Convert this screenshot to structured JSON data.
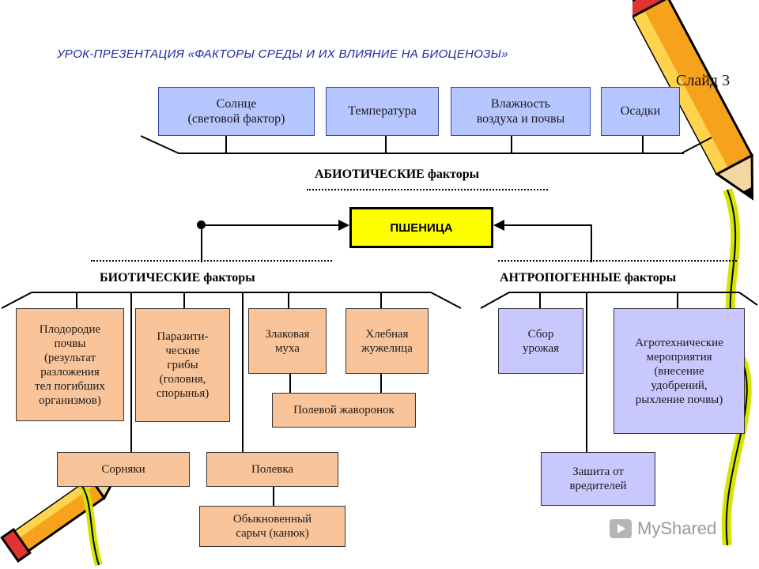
{
  "title": "УРОК-ПРЕЗЕНТАЦИЯ «ФАКТОРЫ СРЕДЫ И ИХ ВЛИЯНИЕ НА БИОЦЕНОЗЫ»",
  "slide_label": "Слайд 3",
  "center": "ПШЕНИЦА",
  "abiotic": {
    "label": "АБИОТИЧЕСКИЕ  факторы",
    "items": [
      "Солнце\n(световой фактор)",
      "Температура",
      "Влажность\nвоздуха и почвы",
      "Осадки"
    ]
  },
  "biotic": {
    "label": "БИОТИЧЕСКИЕ  факторы",
    "soil": "Плодородие\nпочвы\n(результат\nразложения\nтел погибших\nорганизмов)",
    "fungi": "Паразити-\nческие\nгрибы\n(головня,\nспорынья)",
    "fly": "Злаковая\nмуха",
    "beetle": "Хлебная\nжужелица",
    "lark": "Полевой жаворонок",
    "weeds": "Сорняки",
    "vole": "Полевка",
    "buzzard": "Обыкновенный\nсарыч (канюк)"
  },
  "anthropogenic": {
    "label": "АНТРОПОГЕННЫЕ  факторы",
    "harvest": "Сбор\nурожая",
    "agro": "Агротехнические\nмероприятия\n(внесение\nудобрений,\nрыхление почвы)",
    "protect": "Зашита от\nвредителей"
  },
  "watermark": "MyShared",
  "colors": {
    "abiotic_box": "#b6c6ff",
    "biotic_box": "#f9c49a",
    "anthro_box": "#c8c8ff",
    "center_box": "#ffff00",
    "title": "#1f2aa0"
  }
}
